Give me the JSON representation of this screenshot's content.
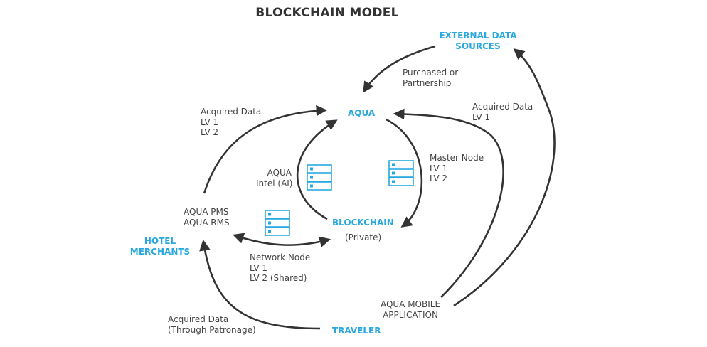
{
  "title": "BLOCKCHAIN MODEL",
  "nodes": {
    "aqua": "AQUA",
    "blockchain": "BLOCKCHAIN",
    "blockchain_sub": "(Private)",
    "hotel_merchants": [
      "HOTEL",
      "MERCHANTS"
    ],
    "traveler": "TRAVELER",
    "external_sources": [
      "EXTERNAL DATA",
      "SOURCES"
    ],
    "pms": [
      "AQUA PMS",
      "AQUA RMS"
    ],
    "mobile_app": [
      "AQUA MOBILE",
      "APPLICATION"
    ]
  },
  "edge_labels": {
    "purchased": [
      "Purchased or",
      "Partnership"
    ],
    "acquired_left": [
      "Acquired Data",
      "LV 1",
      "LV 2"
    ],
    "acquired_right": [
      "Acquired Data",
      "LV 1"
    ],
    "intel": [
      "AQUA",
      "Intel (AI)"
    ],
    "master_node": [
      "Master Node",
      "LV 1",
      "LV 2"
    ],
    "network_node": [
      "Network Node",
      "LV 1",
      "LV 2 (Shared)"
    ],
    "patronage": [
      "Acquired Data",
      "(Through Patronage)"
    ]
  },
  "icons": [
    "server-icon",
    "server-icon",
    "server-icon"
  ],
  "colors": {
    "accent": "#29a8e0",
    "arrow": "#333333",
    "text": "#444444"
  }
}
